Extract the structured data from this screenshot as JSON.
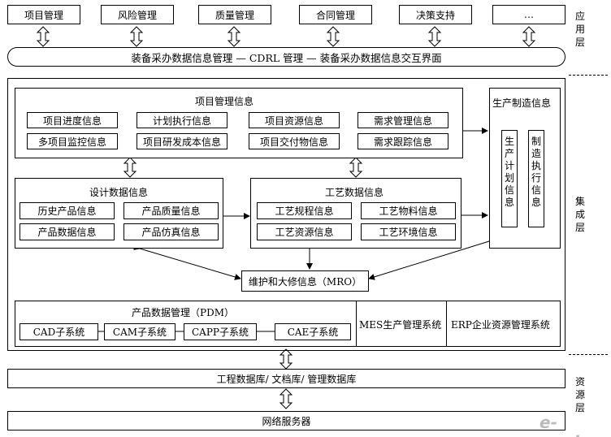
{
  "app_layer": {
    "items": [
      "项目管理",
      "风险管理",
      "质量管理",
      "合同管理",
      "决策支持",
      "…"
    ],
    "interface": "装备采办数据信息管理 — CDRL 管理 — 装备采办数据信息交互界面",
    "layer_label": [
      "应",
      "用",
      "层"
    ]
  },
  "integration_layer": {
    "layer_label": [
      "集",
      "成",
      "层"
    ],
    "project_info": {
      "title": "项目管理信息",
      "items": [
        "项目进度信息",
        "计划执行信息",
        "项目资源信息",
        "需求管理信息",
        "多项目监控信息",
        "项目研发成本信息",
        "项目交付物信息",
        "需求跟踪信息"
      ]
    },
    "production_info": {
      "title": "生产制造信息",
      "col1": [
        "生",
        "产",
        "计",
        "划",
        "信",
        "息"
      ],
      "col2": [
        "制",
        "造",
        "执",
        "行",
        "信",
        "息"
      ]
    },
    "design_info": {
      "title": "设计数据信息",
      "items": [
        "历史产品信息",
        "产品质量信息",
        "产品数据信息",
        "产品仿真信息"
      ]
    },
    "process_info": {
      "title": "工艺数据信息",
      "items": [
        "工艺规程信息",
        "工艺物料信息",
        "工艺资源信息",
        "工艺环境信息"
      ]
    },
    "mro": "维护和大修信息（MRO）",
    "pdm": {
      "title": "产品数据管理（PDM）",
      "items": [
        "CAD子系统",
        "CAM子系统",
        "CAPP子系统",
        "CAE子系统"
      ]
    },
    "mes": "MES生产管理系统",
    "erp": "ERP企业资源管理系统"
  },
  "resource_layer": {
    "layer_label": [
      "资",
      "源",
      "层"
    ],
    "database": "工程数据库/ 文档库/ 管理数据库",
    "server": "网络服务器"
  },
  "watermark": "e-works"
}
